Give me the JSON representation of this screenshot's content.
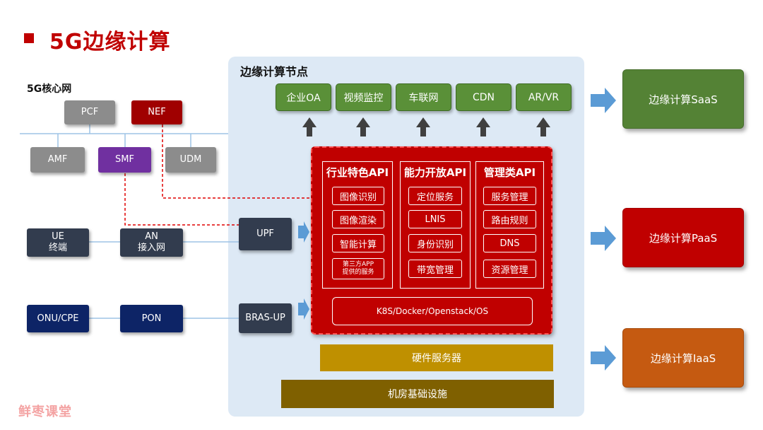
{
  "title": "5G边缘计算",
  "watermark": "鲜枣课堂",
  "core_network": {
    "label": "5G核心网",
    "pcf": "PCF",
    "nef": "NEF",
    "amf": "AMF",
    "smf": "SMF",
    "udm": "UDM"
  },
  "access": {
    "ue_line1": "UE",
    "ue_line2": "终端",
    "an_line1": "AN",
    "an_line2": "接入网",
    "upf": "UPF",
    "onu": "ONU/CPE",
    "pon": "PON",
    "bras": "BRAS-UP"
  },
  "edge_node": {
    "title": "边缘计算节点",
    "apps": [
      "企业OA",
      "视频监控",
      "车联网",
      "CDN",
      "AR/VR"
    ],
    "api_columns": [
      {
        "header": "行业特色API",
        "items": [
          "图像识别",
          "图像渲染",
          "智能计算",
          "第三方APP",
          "提供的服务"
        ]
      },
      {
        "header": "能力开放API",
        "items": [
          "定位服务",
          "LNIS",
          "身份识别",
          "带宽管理"
        ]
      },
      {
        "header": "管理类API",
        "items": [
          "服务管理",
          "路由规则",
          "DNS",
          "资源管理"
        ]
      }
    ],
    "platform": "K8S/Docker/Openstack/OS",
    "hardware": "硬件服务器",
    "infrastructure": "机房基础设施"
  },
  "services": {
    "saas": "边缘计算SaaS",
    "paas": "边缘计算PaaS",
    "iaas": "边缘计算IaaS"
  },
  "colors": {
    "title_red": "#c00000",
    "api_red": "#c00000",
    "app_green": "#5a9038",
    "saas_green": "#548235",
    "paas_red": "#c00000",
    "iaas_orange": "#c55a11",
    "hardware_gold": "#bf9000",
    "infra_brown": "#7f6000",
    "arrow_blue": "#5b9bd5",
    "panel_bg": "#dde9f5"
  }
}
